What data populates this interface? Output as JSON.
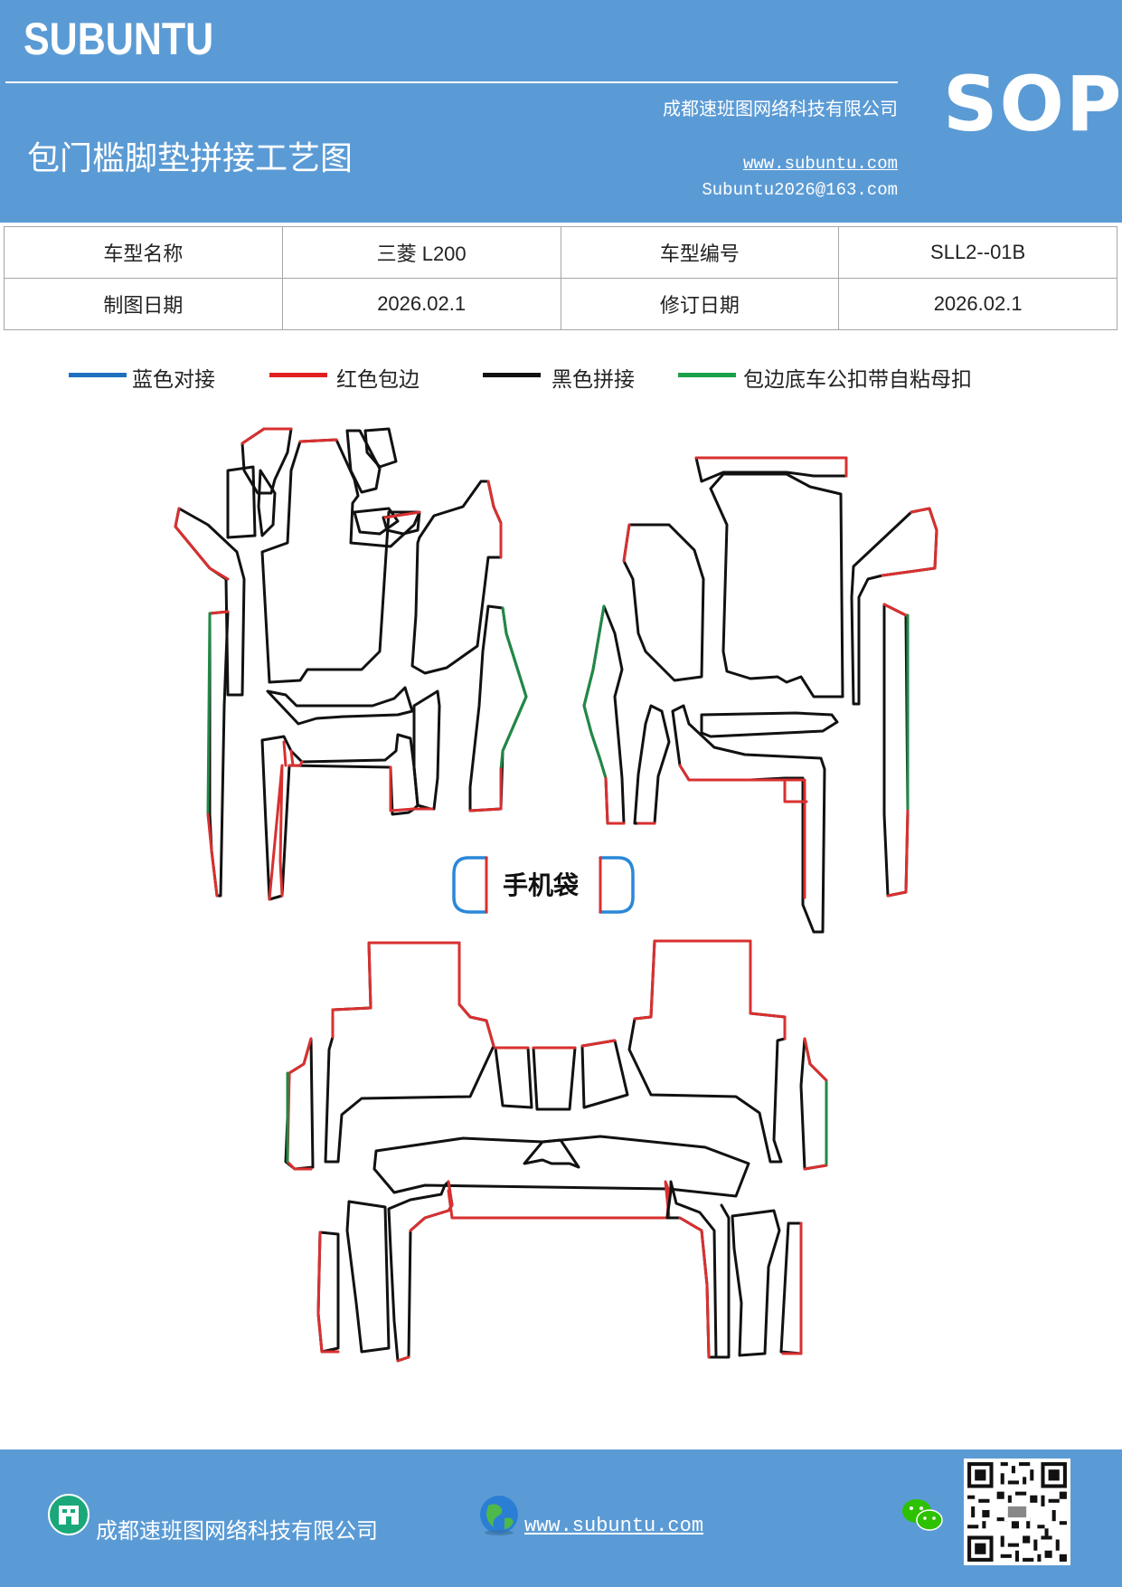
{
  "header": {
    "brand": "SUBUNTU",
    "company": "成都速班图网络科技有限公司",
    "title": "包门槛脚垫拼接工艺图",
    "website": "www.subuntu.com",
    "email": "Subuntu2026@163.com",
    "badge": "SOP"
  },
  "info": {
    "row1": {
      "label1": "车型名称",
      "value1": "三菱 L200",
      "label2": "车型编号",
      "value2": "SLL2--01B"
    },
    "row2": {
      "label1": "制图日期",
      "value1": "2026.02.1",
      "label2": "修订日期",
      "value2": "2026.02.1"
    }
  },
  "legend": [
    {
      "label": "蓝色对接",
      "color": "#1f6fbf"
    },
    {
      "label": "红色包边",
      "color": "#e02020"
    },
    {
      "label": "黑色拼接",
      "color": "#111111"
    },
    {
      "label": "包边底车公扣带自粘母扣",
      "color": "#1aa04a"
    }
  ],
  "drawing": {
    "phone_bag_label": "手机袋",
    "colors": {
      "blue": "#2a88d8",
      "red": "#d93030",
      "black": "#111111",
      "green": "#1f8a46"
    }
  },
  "footer": {
    "company": "成都速班图网络科技有限公司",
    "website": "www.subuntu.com",
    "icons": [
      "building-icon",
      "globe-icon",
      "wechat-icon",
      "qr-code"
    ]
  }
}
